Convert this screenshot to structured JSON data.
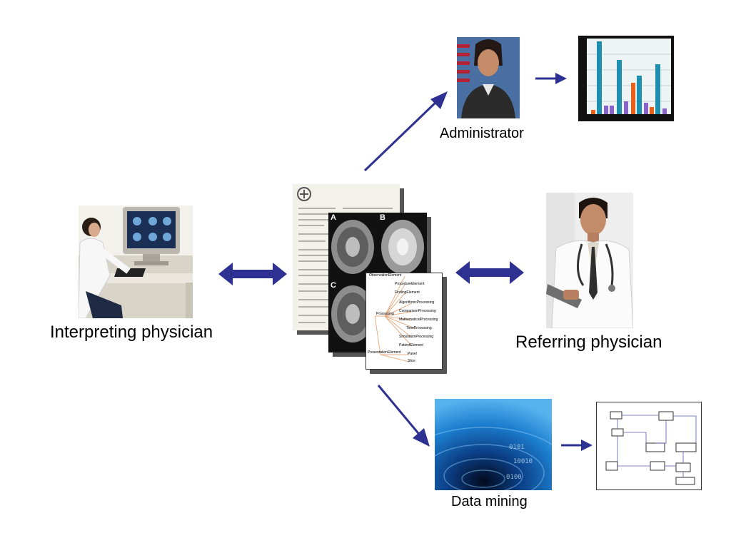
{
  "labels": {
    "interpreting": "Interpreting physician",
    "referring": "Referring physician",
    "administrator": "Administrator",
    "data_mining": "Data mining"
  },
  "document": {
    "panel_a": "A",
    "panel_b": "B",
    "panel_c": "C",
    "ontology_nodes": [
      "ObservationElement",
      "ProcedureElement",
      "FindingElement",
      "Processing",
      "AlgorithmicProcessing",
      "ComparisonProcessing",
      "MathematicalProcessing",
      "TimeProcessing",
      "SimulationProcessing",
      "PatientElement",
      "PresentationElement",
      "Panel",
      "Slice"
    ]
  },
  "colors": {
    "arrow": "#2e3192",
    "bar_blue": "#1f8fb0",
    "bar_orange": "#e8611a",
    "bar_purple": "#8a63c9"
  },
  "icons": {
    "interpreting": "physician-workstation-photo",
    "referring": "doctor-with-stethoscope-photo",
    "administrator": "administrator-portrait-photo",
    "data_mining": "binary-vortex-image"
  }
}
